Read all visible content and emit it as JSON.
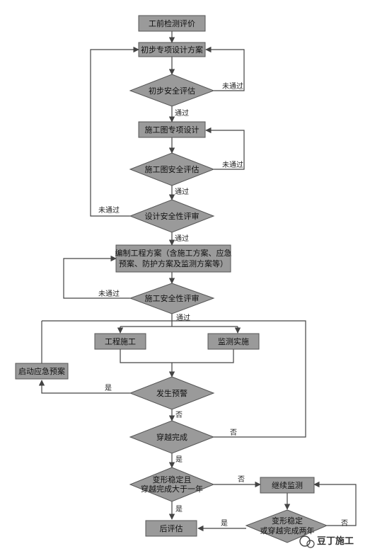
{
  "nodes": {
    "pre_eval": "工前检测评价",
    "prelim_design": "初步专项设计方案",
    "prelim_safety_eval": "初步安全评估",
    "drawing_design": "施工图专项设计",
    "drawing_safety_eval": "施工图安全评估",
    "design_review": "设计安全性评审",
    "plan_line1": "编制工程方案（含施工方案、应急",
    "plan_line2": "预案、防护方案及监测方案等）",
    "construction_review": "施工安全性评审",
    "construction": "工程施工",
    "monitoring": "监测实施",
    "emergency_plan": "启动应急预案",
    "warning": "发生预警",
    "crossing_done": "穿越完成",
    "stable_line1": "变形稳定且",
    "stable_line2": "穿越完成大于一年",
    "continue_monitoring": "继续监测",
    "post_eval": "后评估",
    "stable2_line1": "变形稳定",
    "stable2_line2": "或穿越完成两年"
  },
  "labels": {
    "pass": "通过",
    "fail": "未通过",
    "yes": "是",
    "no": "否"
  },
  "watermark": "豆丁施工"
}
